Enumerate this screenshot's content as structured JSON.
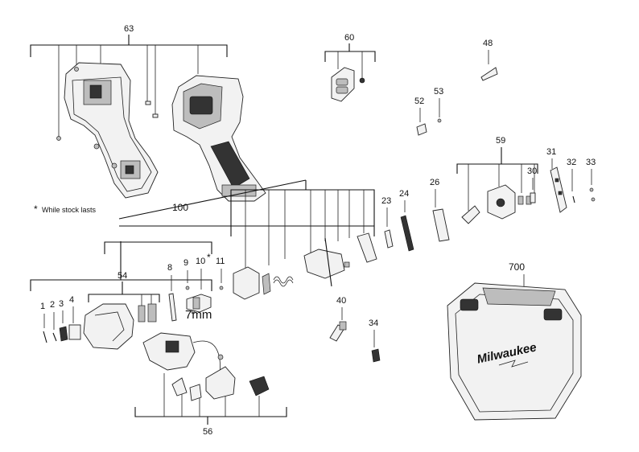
{
  "parts": [
    {
      "id": "63"
    },
    {
      "id": "60"
    },
    {
      "id": "48"
    },
    {
      "id": "52"
    },
    {
      "id": "53"
    },
    {
      "id": "59"
    },
    {
      "id": "31"
    },
    {
      "id": "30"
    },
    {
      "id": "32"
    },
    {
      "id": "33"
    },
    {
      "id": "26"
    },
    {
      "id": "24"
    },
    {
      "id": "23"
    },
    {
      "id": "100"
    },
    {
      "id": "54"
    },
    {
      "id": "1"
    },
    {
      "id": "2"
    },
    {
      "id": "3"
    },
    {
      "id": "4"
    },
    {
      "id": "8"
    },
    {
      "id": "9"
    },
    {
      "id": "10"
    },
    {
      "id": "11"
    },
    {
      "id": "40"
    },
    {
      "id": "34"
    },
    {
      "id": "56"
    },
    {
      "id": "700"
    }
  ],
  "notes": {
    "stock_mark": "*",
    "stock_text": "While stock lasts",
    "size_label": "7mm"
  },
  "brand": {
    "case_logo": "Milwaukee"
  }
}
